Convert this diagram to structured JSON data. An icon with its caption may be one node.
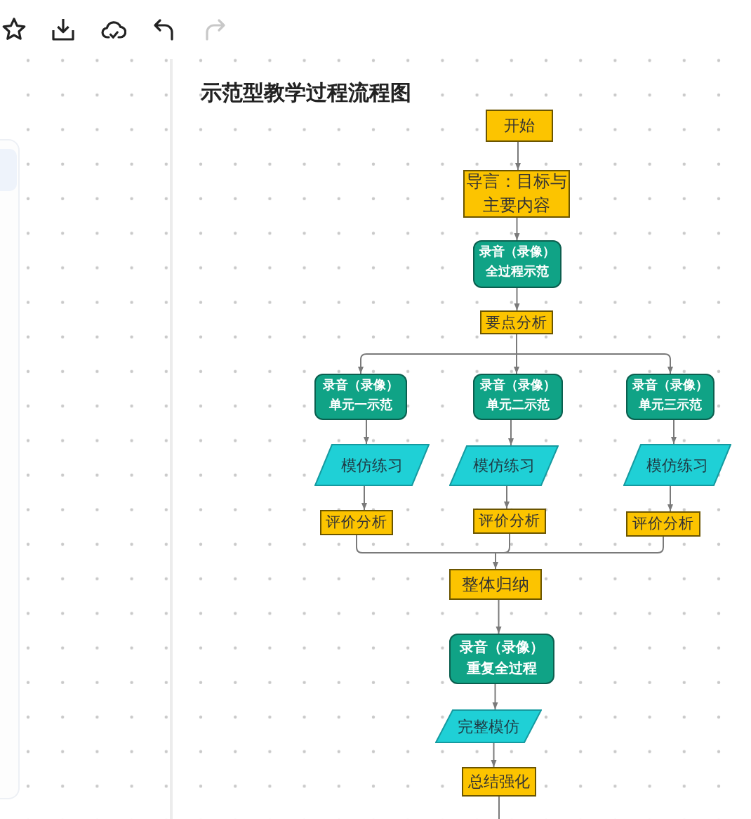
{
  "diagram": {
    "title": "示范型教学过程流程图",
    "nodes": [
      {
        "text": [
          "开始"
        ]
      },
      {
        "text": [
          "导言：目标与主要内容"
        ]
      },
      {
        "text": [
          "录音（录像）全过程示范"
        ]
      },
      {
        "text": [
          "要点分析"
        ]
      },
      {
        "text": [
          "录音（录像）单元一示范"
        ]
      },
      {
        "text": [
          "录音（录像）单元二示范"
        ]
      },
      {
        "text": [
          "录音（录像）单元三示范"
        ]
      },
      {
        "text": [
          "模仿练习"
        ]
      },
      {
        "text": [
          "模仿练习"
        ]
      },
      {
        "text": [
          "模仿练习"
        ]
      },
      {
        "text": [
          "评价分析"
        ]
      },
      {
        "text": [
          "评价分析"
        ]
      },
      {
        "text": [
          "评价分析"
        ]
      },
      {
        "text": [
          "整体归纳"
        ]
      },
      {
        "text": [
          "录音（录像）重复全过程"
        ]
      },
      {
        "text": [
          "完整模仿"
        ]
      },
      {
        "text": [
          "总结强化"
        ]
      }
    ],
    "edges": [
      {
        "from": 0,
        "to": 1,
        "arrow": "to"
      },
      {
        "from": 1,
        "to": 2,
        "arrow": "to"
      },
      {
        "from": 2,
        "to": 3,
        "arrow": "to"
      },
      {
        "from": 3,
        "to": 4,
        "arrow": "to"
      },
      {
        "from": 3,
        "to": 5,
        "arrow": "to"
      },
      {
        "from": 3,
        "to": 6,
        "arrow": "to"
      },
      {
        "from": 4,
        "to": 7,
        "arrow": "to"
      },
      {
        "from": 5,
        "to": 8,
        "arrow": "to"
      },
      {
        "from": 6,
        "to": 9,
        "arrow": "to"
      },
      {
        "from": 7,
        "to": 10,
        "arrow": "to"
      },
      {
        "from": 8,
        "to": 11,
        "arrow": "to"
      },
      {
        "from": 9,
        "to": 12,
        "arrow": "to"
      },
      {
        "from": 10,
        "to": 13,
        "arrow": "to"
      },
      {
        "from": 11,
        "to": 13,
        "arrow": "to"
      },
      {
        "from": 12,
        "to": 13,
        "arrow": "to"
      },
      {
        "from": 13,
        "to": 14,
        "arrow": "to"
      },
      {
        "from": 14,
        "to": 15,
        "arrow": "to"
      },
      {
        "from": 15,
        "to": 16,
        "arrow": "to"
      },
      {
        "from": 16,
        "to": null,
        "arrow": "none"
      }
    ]
  }
}
